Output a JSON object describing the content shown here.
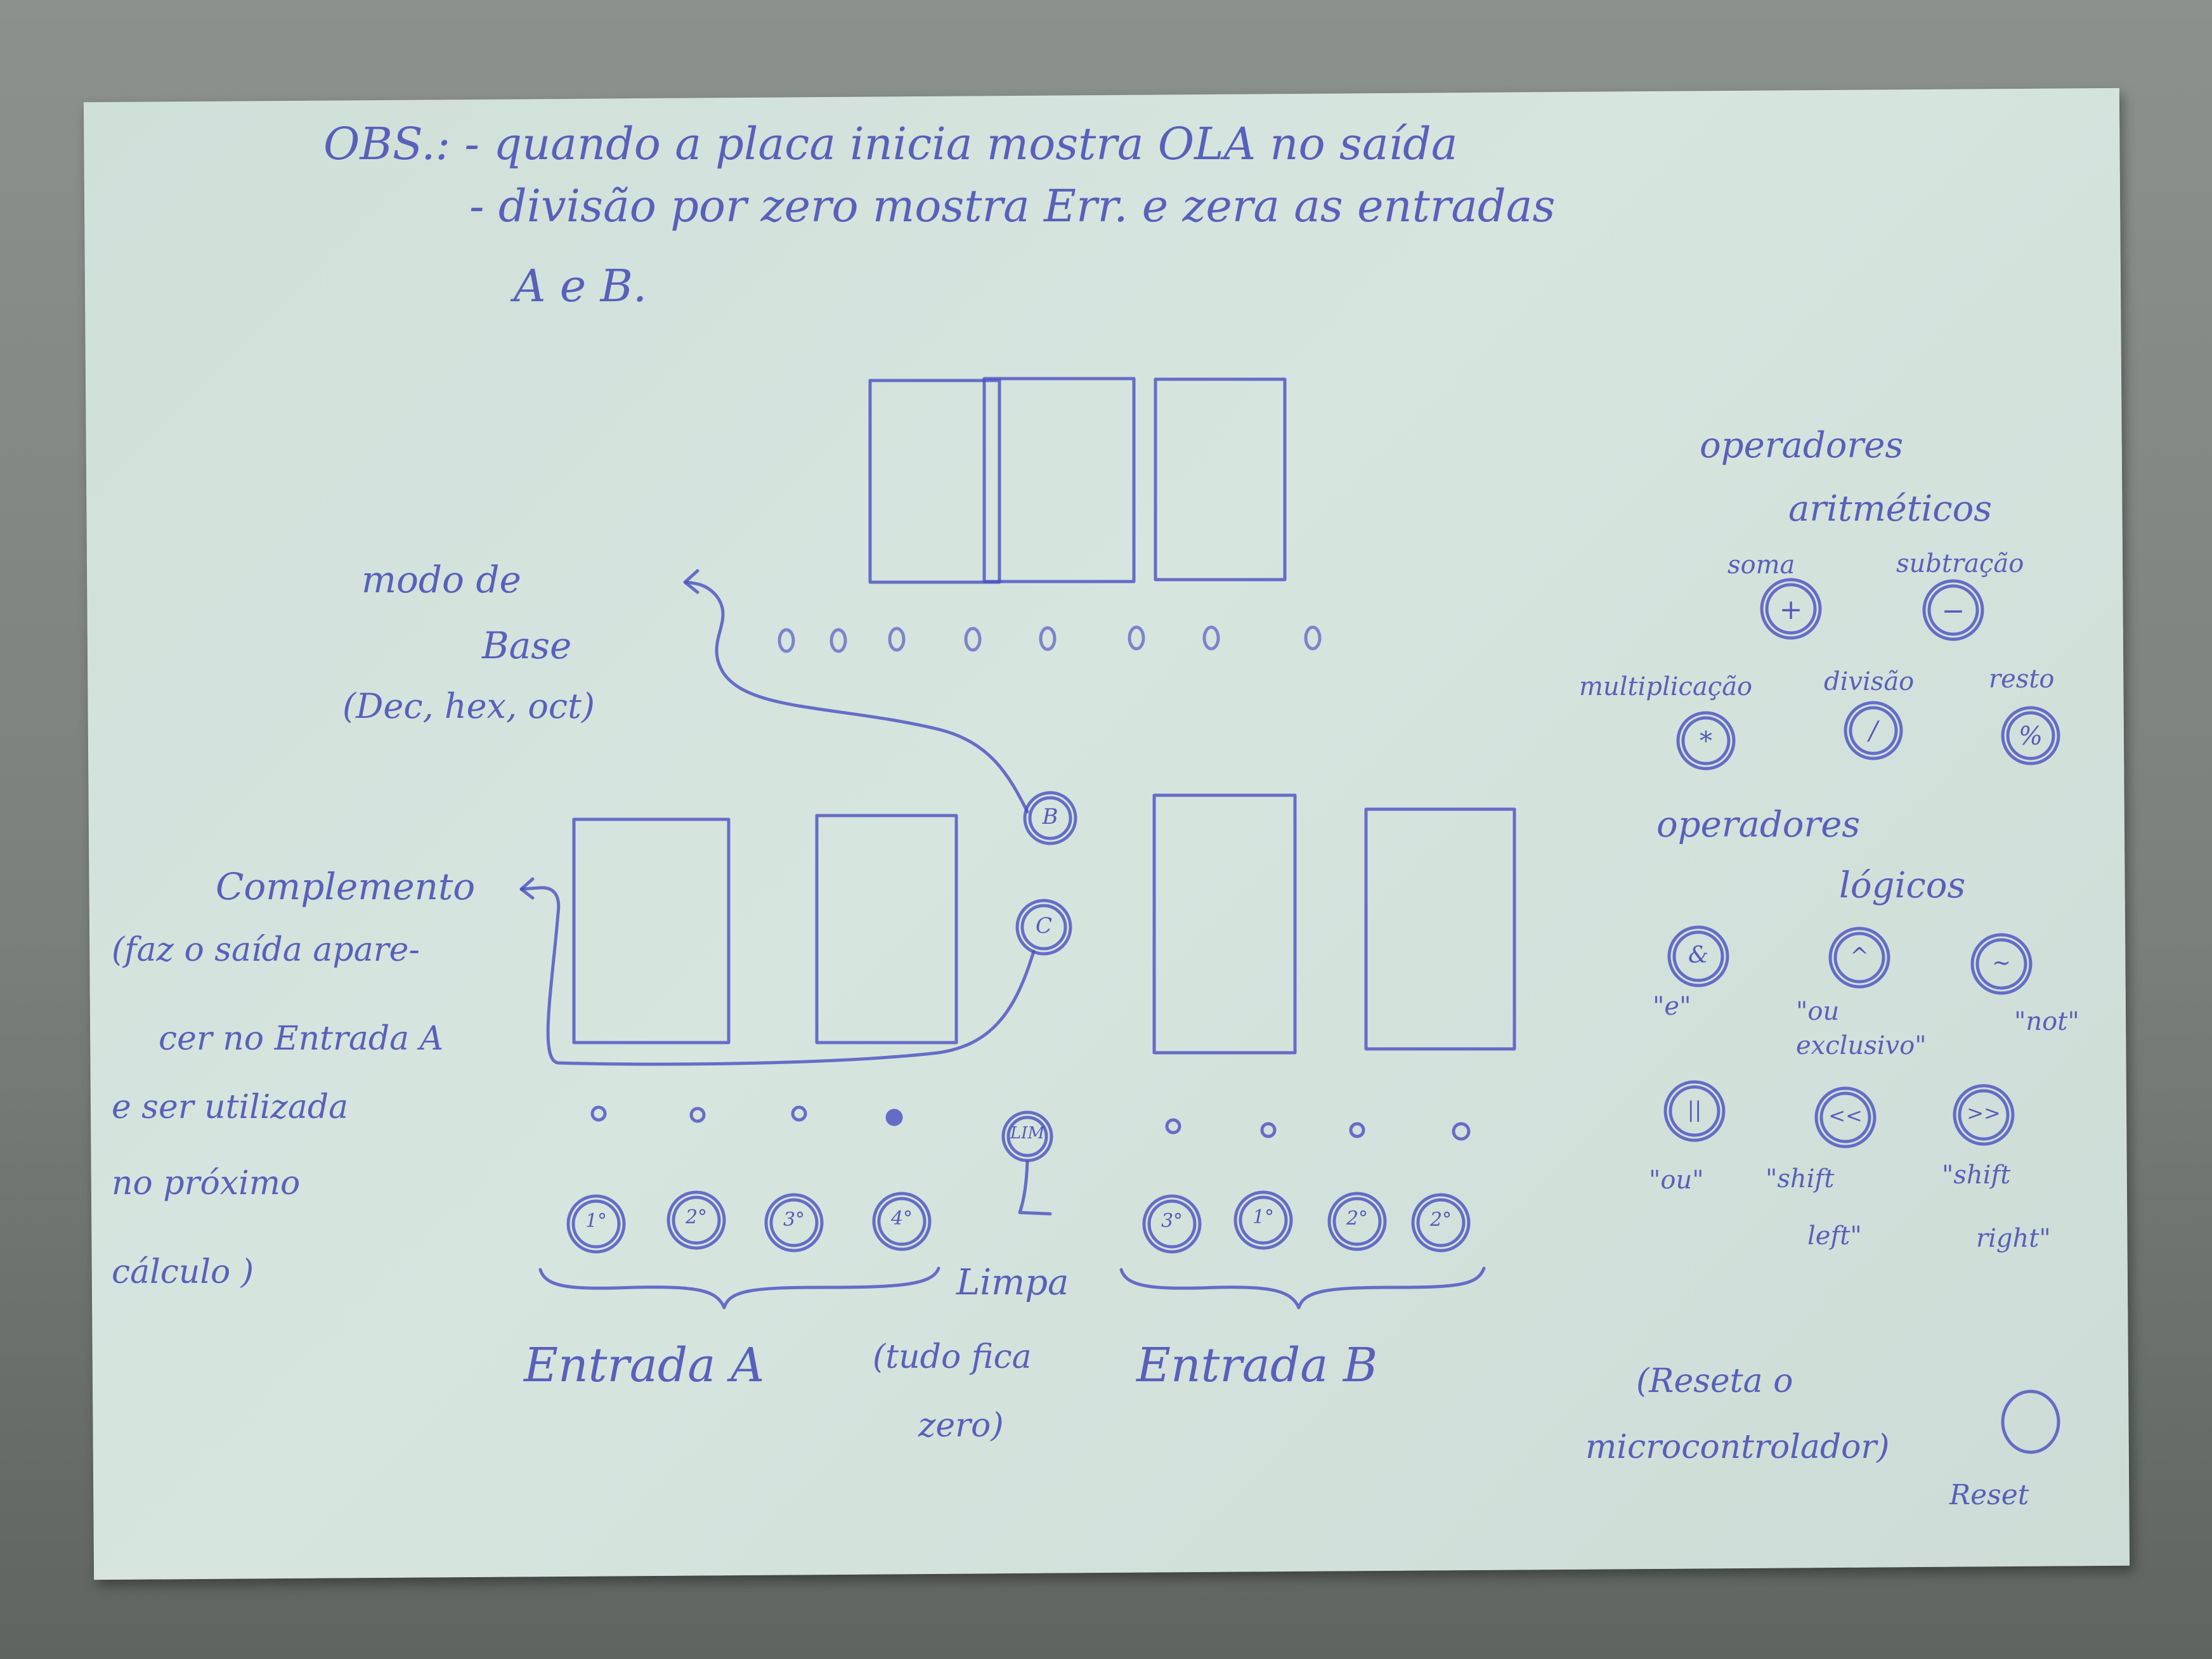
{
  "notes": {
    "obs_line1": "OBS.: - quando a placa inicia mostra OLA no saída",
    "obs_line2": "- divisão por zero mostra Err. e zera as entradas",
    "obs_line3": "A e B."
  },
  "left_labels": {
    "modo_base": [
      "modo de",
      "Base",
      "(Dec, hex, oct)"
    ],
    "complemento": [
      "Complemento",
      "(faz o saída apare-",
      "cer no Entrada A",
      "e ser utilizada",
      "no próximo",
      "cálculo )"
    ]
  },
  "center": {
    "button_b": "B",
    "button_c": "C",
    "button_limpa": "LIM",
    "limpa_label": [
      "Limpa",
      "(tudo fica",
      "zero)"
    ],
    "entrada_a_label": "Entrada A",
    "entrada_b_label": "Entrada B",
    "entrada_a_buttons": [
      "1°",
      "2°",
      "3°",
      "4°"
    ],
    "entrada_b_buttons": [
      "3°",
      "1°",
      "2°",
      "2°"
    ]
  },
  "right": {
    "arith_title": [
      "operadores",
      "aritméticos"
    ],
    "soma_label": "soma",
    "subtracao_label": "subtração",
    "mult_label": "multiplicação",
    "div_label": "divisão",
    "resto_label": "resto",
    "op_plus": "+",
    "op_minus": "−",
    "op_mult": "*",
    "op_div": "/",
    "op_mod": "%",
    "logic_title": [
      "operadores",
      "lógicos"
    ],
    "and_sym": "&",
    "xor_sym": "^",
    "not_sym": "~",
    "or_sym": "||",
    "shl_sym": "<<",
    "shr_sym": ">>",
    "and_label": "\"e\"",
    "xor_label": [
      "\"ou",
      "exclusivo\""
    ],
    "not_label": "\"not\"",
    "or_label": "\"ou\"",
    "shl_label": [
      "\"shift",
      "left\""
    ],
    "shr_label": [
      "\"shift",
      "right\""
    ],
    "reset_text": [
      "(Reseta o",
      "microcontrolador)"
    ],
    "reset_label": "Reset"
  }
}
